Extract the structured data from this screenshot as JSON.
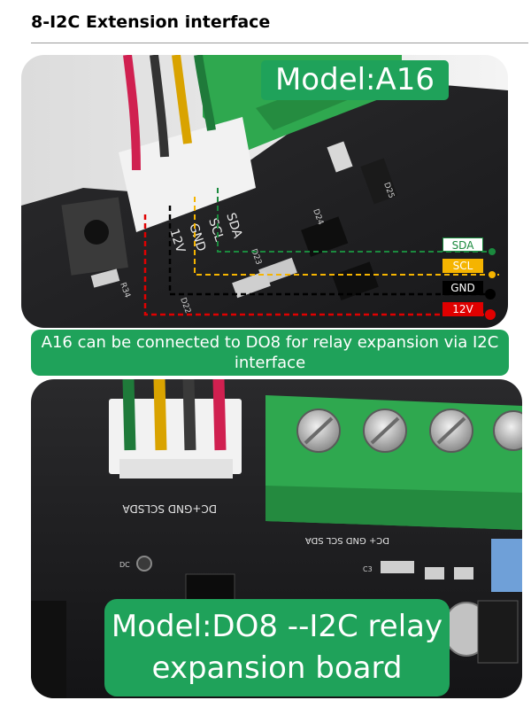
{
  "heading": "8-I2C Extension interface",
  "top_photo": {
    "model_label": "Model:A16",
    "wire_labels": {
      "sda": "SDA",
      "scl": "SCL",
      "gnd": "GND",
      "v12": "12V"
    },
    "pcb_silkscreen": {
      "sda": "SDA",
      "scl": "SCL",
      "gnd": "GND",
      "v12": "12V",
      "d22": "D22",
      "d23": "D23",
      "d24": "D24",
      "d25": "D25",
      "r34": "R34"
    }
  },
  "caption": "A16 can be connected to DO8 for relay expansion via I2C interface",
  "bottom_photo": {
    "model_label_line1": "Model:DO8 --I2C relay",
    "model_label_line2": "expansion board",
    "pcb_silkscreen": {
      "header_labels": "DC+GND SCLSDA",
      "terminal_labels": "DC+  GND  SCL  SDA",
      "dc": "DC",
      "c3": "C3"
    }
  },
  "colors": {
    "label_green": "#1fa25a",
    "wire_green": "#1b8a3e",
    "wire_yellow": "#f5b400",
    "wire_black": "#000000",
    "wire_red": "#e00000"
  }
}
